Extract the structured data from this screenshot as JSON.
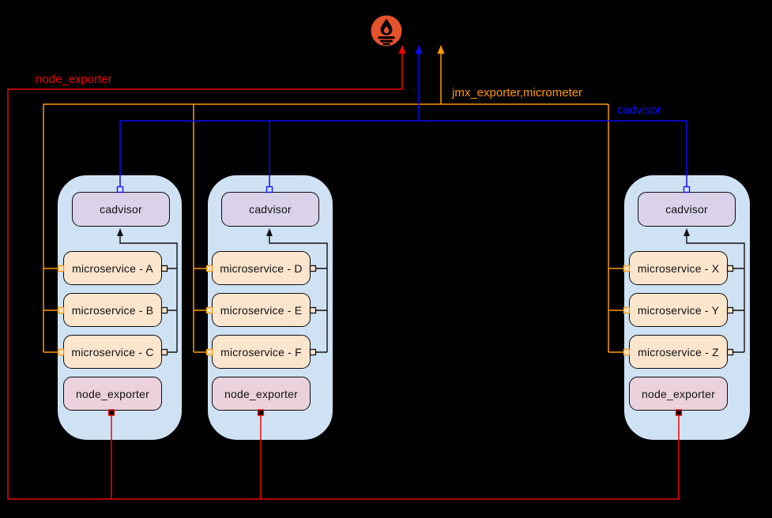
{
  "legend": {
    "node_exporter": "node_exporter",
    "jmx_micrometer": "jmx_exporter,micrometer",
    "cadvisor": "cadvisor"
  },
  "nodes": [
    {
      "cadvisor_label": "cadvisor",
      "microservices": [
        "microservice - A",
        "microservice - B",
        "microservice - C"
      ],
      "node_exporter_label": "node_exporter"
    },
    {
      "cadvisor_label": "cadvisor",
      "microservices": [
        "microservice - D",
        "microservice - E",
        "microservice - F"
      ],
      "node_exporter_label": "node_exporter"
    },
    {
      "cadvisor_label": "cadvisor",
      "microservices": [
        "microservice - X",
        "microservice - Y",
        "microservice - Z"
      ],
      "node_exporter_label": "node_exporter"
    }
  ],
  "icons": {
    "prometheus": "prometheus-icon"
  },
  "colors": {
    "background": "#000000",
    "node_container_fill": "#cfe2f3",
    "cadvisor_fill": "#d9d2e9",
    "microservice_fill": "#fce5cd",
    "node_exporter_fill": "#ead1dc",
    "red_flow": "#f00505",
    "orange_flow": "#ff9900",
    "blue_flow": "#0b0bf5",
    "internal_line": "#111111",
    "prometheus_orange": "#e6522c"
  }
}
